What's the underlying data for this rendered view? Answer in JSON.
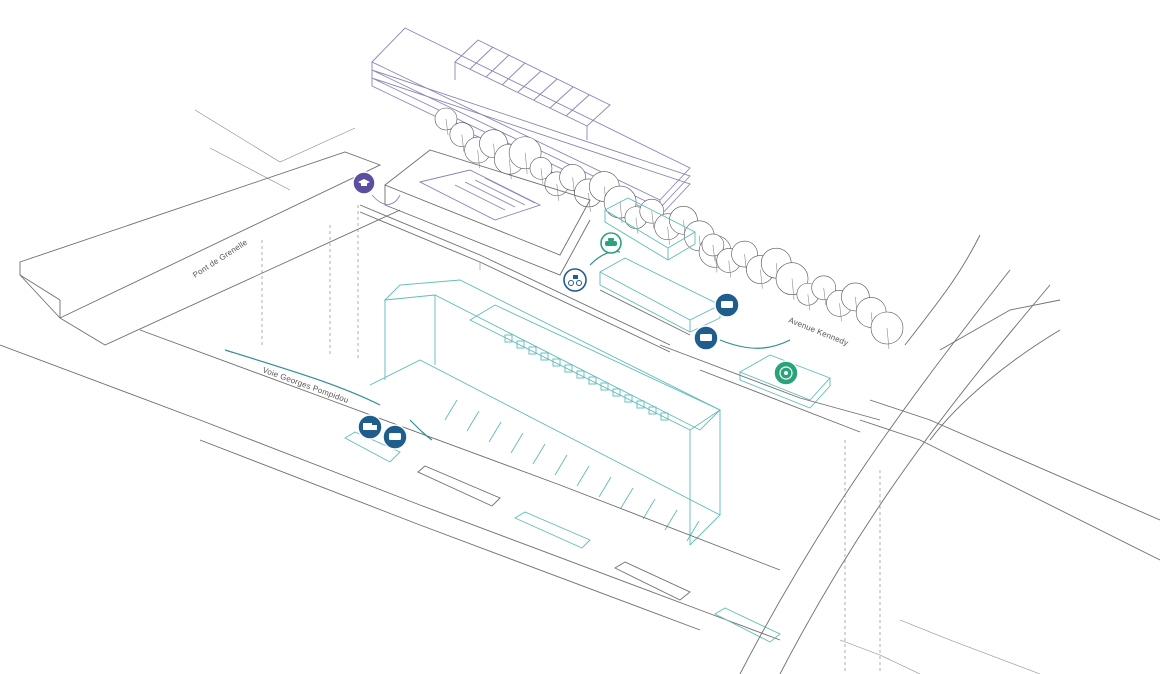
{
  "labels": {
    "bridge_west": "Pont de Grenelle",
    "quay_road": "Voie Georges Pompidou",
    "avenue": "Avenue Kennedy"
  },
  "colors": {
    "lines": "#6e6e6e",
    "building_upper": "#8a84b8",
    "logistics_teal": "#5fbcb9",
    "logistics_dark": "#1f5d8c",
    "accent_green": "#2aa37a"
  },
  "icons": [
    {
      "name": "education-icon",
      "color": "#5b4fa0"
    },
    {
      "name": "car-icon",
      "color": "#2aa37a"
    },
    {
      "name": "cargo-bike-icon",
      "color": "#1f5d8c"
    },
    {
      "name": "van-icon",
      "color": "#1f5d8c"
    },
    {
      "name": "truck-icon",
      "color": "#1f5d8c"
    },
    {
      "name": "hydrogen-station-icon",
      "color": "#2aa37a"
    }
  ]
}
